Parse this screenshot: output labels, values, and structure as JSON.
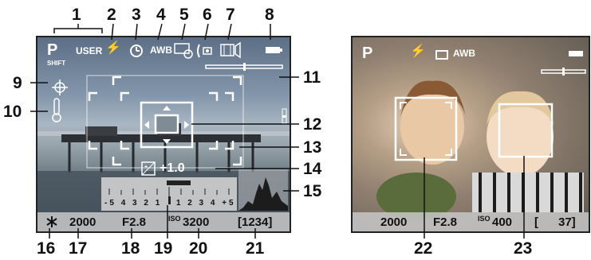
{
  "callouts": {
    "top": [
      "1",
      "2",
      "3",
      "4",
      "5",
      "6",
      "7",
      "8"
    ],
    "left": [
      "9",
      "10"
    ],
    "right": [
      "11",
      "12",
      "13",
      "14",
      "15"
    ],
    "bottom": [
      "16",
      "17",
      "18",
      "19",
      "20",
      "21"
    ],
    "screen2_bottom": [
      "22",
      "23"
    ]
  },
  "screen1": {
    "mode": "P",
    "shift": "SHIFT",
    "user": "USER",
    "flash": "⚡",
    "wb": "AWB",
    "exposure_comp": "+1.0",
    "scale_labels": [
      "-5",
      "4",
      "3",
      "2",
      "1",
      "1",
      "2",
      "3",
      "4",
      "+5"
    ],
    "status": {
      "shutter": "2000",
      "aperture": "F2.8",
      "iso_label": "ISO",
      "iso_value": "3200",
      "shots": "[1234]"
    }
  },
  "screen2": {
    "mode": "P",
    "flash": "⚡",
    "wb": "AWB",
    "status": {
      "shutter": "2000",
      "aperture": "F2.8",
      "iso_label": "ISO",
      "iso_value": "400",
      "shots_open": "[",
      "shots_value": "37]"
    }
  },
  "colors": {
    "callout_text": "#111111",
    "osd_text": "#ffffff",
    "status_bar": "#c8c8c8",
    "frame": "#ffffff"
  }
}
